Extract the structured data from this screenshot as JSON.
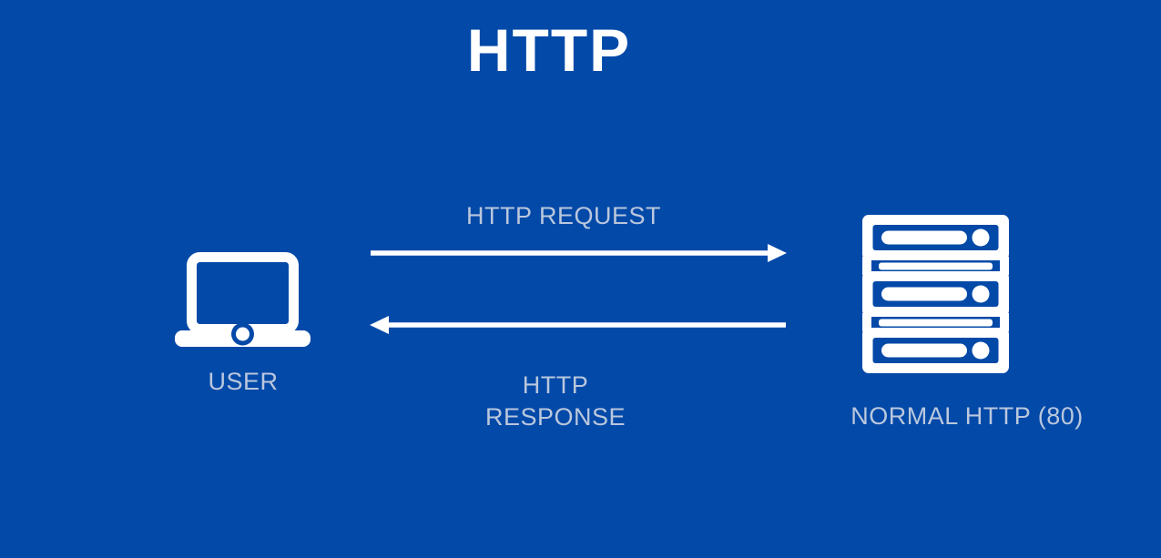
{
  "title": "HTTP",
  "diagram": {
    "client": {
      "label": "USER",
      "icon": "laptop-icon"
    },
    "server": {
      "label": "NORMAL HTTP (80)",
      "icon": "server-stack-icon"
    },
    "request_arrow": {
      "label": "HTTP REQUEST",
      "direction": "right"
    },
    "response_arrow": {
      "label": "HTTP RESPONSE",
      "direction": "left"
    }
  },
  "colors": {
    "background": "#0349a8",
    "white": "#ffffff",
    "label": "#bac7dd"
  }
}
